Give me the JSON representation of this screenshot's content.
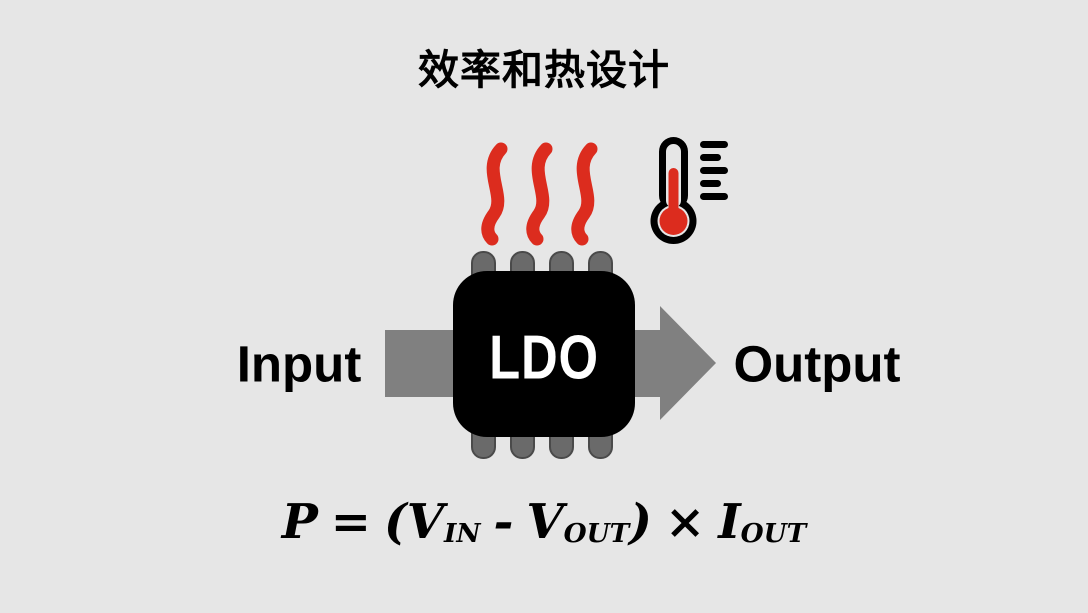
{
  "title": "效率和热设计",
  "diagram": {
    "input_label": "Input",
    "chip_label": "LDO",
    "output_label": "Output",
    "icons": {
      "heat_waves": "heat-waves-icon",
      "thermometer": "thermometer-icon",
      "flow_arrow": "flow-arrow"
    }
  },
  "formula": {
    "p": "P",
    "equals": "=",
    "open_paren": "(",
    "v1": "V",
    "v1_sub": "IN",
    "minus": "-",
    "v2": "V",
    "v2_sub": "OUT",
    "close_paren": ")",
    "times": "×",
    "i": "I",
    "i_sub": "OUT"
  },
  "colors": {
    "background": "#e6e6e6",
    "heat_red": "#dc2c1e",
    "arrow_gray": "#808080",
    "pin_gray": "#6a6a6a",
    "pin_border": "#4a4a4a",
    "chip_black": "#000000",
    "chip_label_white": "#ffffff",
    "text_black": "#000000"
  }
}
